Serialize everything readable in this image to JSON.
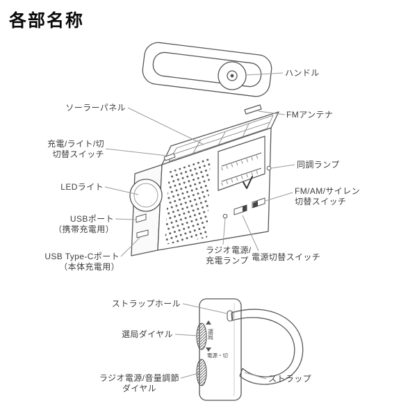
{
  "title": "各部名称",
  "labels": {
    "solar_panel": "ソーラーパネル",
    "charge_light_off_switch": "充電/ライト/切\n切替スイッチ",
    "led_light": "LEDライト",
    "usb_port": "USBポート\n（携帯充電用）",
    "usb_type_c_port": "USB Type-Cポート\n（本体充電用）",
    "handle": "ハンドル",
    "fm_antenna": "FMアンテナ",
    "tuning_lamp": "同調ランプ",
    "fm_am_siren_switch": "FM/AM/サイレン\n切替スイッチ",
    "radio_power_charge_lamp": "ラジオ電源/\n充電ランプ",
    "power_switch": "電源切替スイッチ",
    "strap_hole": "ストラップホール",
    "tuning_dial": "選局ダイヤル",
    "radio_power_volume_dial": "ラジオ電源/音量調節\nダイヤル",
    "strap": "ストラップ"
  },
  "markings": {
    "tuning": "選局",
    "power_off": "電源・切"
  }
}
